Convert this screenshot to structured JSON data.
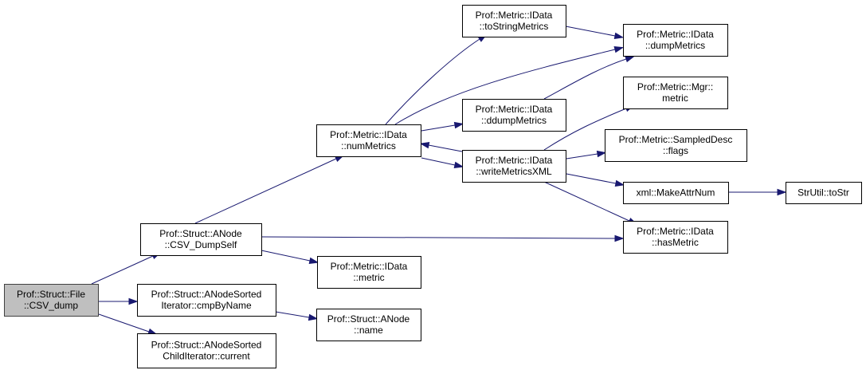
{
  "diagram": {
    "type": "call-graph",
    "colors": {
      "edge": "#191970",
      "root_fill": "#bfbfbf",
      "node_fill": "#ffffff",
      "node_border": "#000000"
    },
    "nodes": [
      {
        "id": "csv_dump",
        "lines": [
          "Prof::Struct::File",
          "::CSV_dump"
        ],
        "root": true
      },
      {
        "id": "csv_dumpself",
        "lines": [
          "Prof::Struct::ANode",
          "::CSV_DumpSelf"
        ]
      },
      {
        "id": "cmpbyname",
        "lines": [
          "Prof::Struct::ANodeSorted",
          "Iterator::cmpByName"
        ]
      },
      {
        "id": "current",
        "lines": [
          "Prof::Struct::ANodeSorted",
          "ChildIterator::current"
        ]
      },
      {
        "id": "nummetrics",
        "lines": [
          "Prof::Metric::IData",
          "::numMetrics"
        ]
      },
      {
        "id": "metric_idata",
        "lines": [
          "Prof::Metric::IData",
          "::metric"
        ]
      },
      {
        "id": "anode_name",
        "lines": [
          "Prof::Struct::ANode",
          "::name"
        ]
      },
      {
        "id": "tostringmetrics",
        "lines": [
          "Prof::Metric::IData",
          "::toStringMetrics"
        ]
      },
      {
        "id": "ddumpmetrics",
        "lines": [
          "Prof::Metric::IData",
          "::ddumpMetrics"
        ]
      },
      {
        "id": "writemetricsxml",
        "lines": [
          "Prof::Metric::IData",
          "::writeMetricsXML"
        ]
      },
      {
        "id": "dumpmetrics",
        "lines": [
          "Prof::Metric::IData",
          "::dumpMetrics"
        ]
      },
      {
        "id": "mgr_metric",
        "lines": [
          "Prof::Metric::Mgr::",
          "metric"
        ]
      },
      {
        "id": "flags",
        "lines": [
          "Prof::Metric::SampledDesc",
          "::flags"
        ]
      },
      {
        "id": "makeattrnum",
        "lines": [
          "xml::MakeAttrNum"
        ]
      },
      {
        "id": "hasmetric",
        "lines": [
          "Prof::Metric::IData",
          "::hasMetric"
        ]
      },
      {
        "id": "tostr",
        "lines": [
          "StrUtil::toStr"
        ]
      }
    ],
    "edges": [
      {
        "from": "csv_dump",
        "to": "csv_dumpself"
      },
      {
        "from": "csv_dump",
        "to": "cmpbyname"
      },
      {
        "from": "csv_dump",
        "to": "current"
      },
      {
        "from": "csv_dumpself",
        "to": "nummetrics"
      },
      {
        "from": "csv_dumpself",
        "to": "metric_idata"
      },
      {
        "from": "csv_dumpself",
        "to": "hasmetric"
      },
      {
        "from": "cmpbyname",
        "to": "anode_name"
      },
      {
        "from": "nummetrics",
        "to": "tostringmetrics"
      },
      {
        "from": "nummetrics",
        "to": "dumpmetrics"
      },
      {
        "from": "nummetrics",
        "to": "ddumpmetrics"
      },
      {
        "from": "nummetrics",
        "to": "writemetricsxml"
      },
      {
        "from": "writemetricsxml",
        "to": "nummetrics"
      },
      {
        "from": "tostringmetrics",
        "to": "dumpmetrics"
      },
      {
        "from": "ddumpmetrics",
        "to": "dumpmetrics"
      },
      {
        "from": "writemetricsxml",
        "to": "mgr_metric"
      },
      {
        "from": "writemetricsxml",
        "to": "flags"
      },
      {
        "from": "writemetricsxml",
        "to": "makeattrnum"
      },
      {
        "from": "writemetricsxml",
        "to": "hasmetric"
      },
      {
        "from": "makeattrnum",
        "to": "tostr"
      }
    ]
  }
}
